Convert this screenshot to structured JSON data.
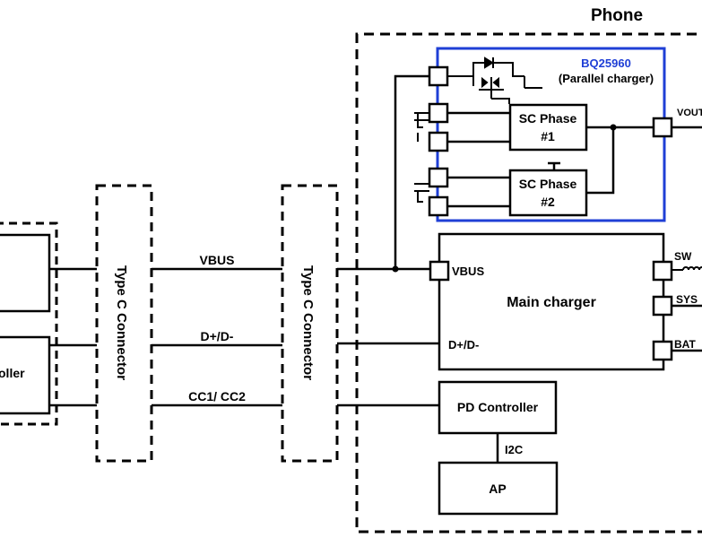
{
  "title": "Phone",
  "parallel_charger": {
    "part": "BQ25960",
    "subtitle": "(Parallel charger)",
    "phase1": [
      "SC Phase",
      "#1"
    ],
    "phase2": [
      "SC Phase",
      "#2"
    ],
    "vout": "VOUT"
  },
  "connector_left": "Type C Connector",
  "connector_right": "Type C Connector",
  "left_device": {
    "controller_label": "oller"
  },
  "signals": {
    "vbus": "VBUS",
    "data": "D+/D-",
    "cc": "CC1/ CC2"
  },
  "main_charger": {
    "title": "Main charger",
    "vbus": "VBUS",
    "data": "D+/D-",
    "sw": "SW",
    "sys": "SYS",
    "bat": "BAT"
  },
  "pd_controller": "PD Controller",
  "i2c": "I2C",
  "ap": "AP",
  "colors": {
    "line": "#000000",
    "parallel_box": "#1f3fd6",
    "background": "#ffffff"
  }
}
